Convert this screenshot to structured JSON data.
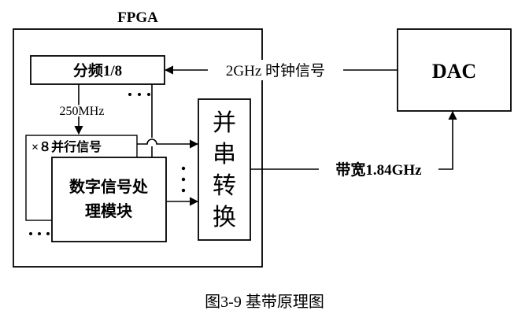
{
  "diagram": {
    "fpga_label": "FPGA",
    "divider_label": "分频1/8",
    "freq_250_label": "250MHz",
    "parallel_label": "×８并行信号",
    "dsp_line1": "数字信号处",
    "dsp_line2": "理模块",
    "serializer_chars": [
      "并",
      "串",
      "转",
      "换"
    ],
    "dac_label": "DAC",
    "clock_label": "2GHz 时钟信号",
    "bandwidth_label": "带宽1.84GHz",
    "caption": "图3-9 基带原理图"
  }
}
